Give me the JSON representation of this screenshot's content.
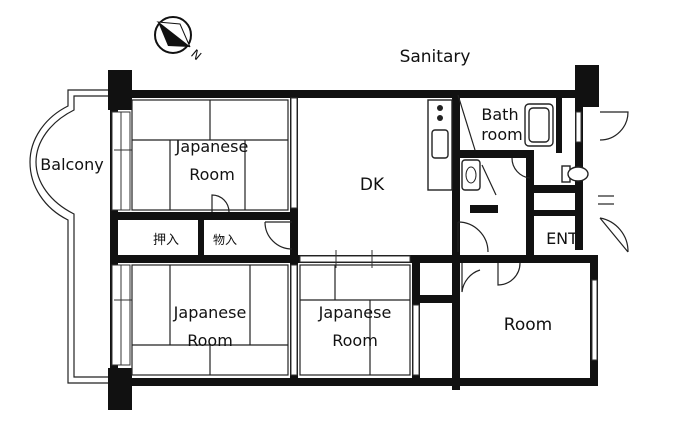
{
  "plan": {
    "compass": {
      "north_letter": "N"
    },
    "rooms": {
      "balcony": "Balcony",
      "japanese_room_1": [
        "Japanese",
        "Room"
      ],
      "japanese_room_2": [
        "Japanese",
        "Room"
      ],
      "japanese_room_3": [
        "Japanese",
        "Room"
      ],
      "dk": "DK",
      "bathroom": [
        "Bath",
        "room"
      ],
      "sanitary": "Sanitary",
      "entrance": "ENT",
      "room": "Room",
      "closet_oshiire": "押入",
      "closet_monoire": "物入"
    }
  }
}
